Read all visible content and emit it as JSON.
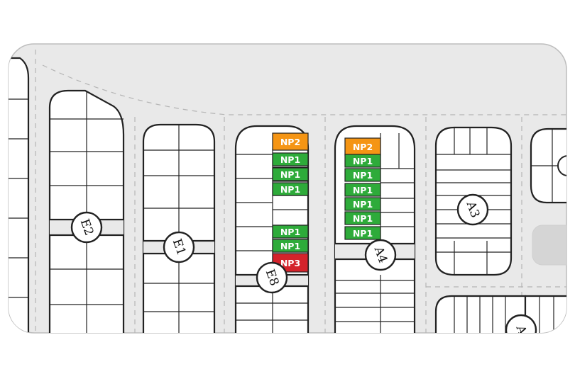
{
  "colors": {
    "road": "#e9e9e9",
    "np1": "#2eab3a",
    "np2": "#f59514",
    "np3": "#d4232b",
    "outline": "#222222",
    "park": "#d5d5d5"
  },
  "blocks": [
    {
      "id": "E2",
      "label": "E2"
    },
    {
      "id": "E1",
      "label": "E1"
    },
    {
      "id": "E8",
      "label": "E8"
    },
    {
      "id": "A4",
      "label": "A4"
    },
    {
      "id": "A3",
      "label": "A3"
    },
    {
      "id": "A-partial",
      "label": "A"
    }
  ],
  "tags": [
    {
      "label": "NP2",
      "type": "np2"
    },
    {
      "label": "NP1",
      "type": "np1"
    },
    {
      "label": "NP1",
      "type": "np1"
    },
    {
      "label": "NP1",
      "type": "np1"
    },
    {
      "label": "NP1",
      "type": "np1"
    },
    {
      "label": "NP1",
      "type": "np1"
    },
    {
      "label": "NP3",
      "type": "np3"
    },
    {
      "label": "NP2",
      "type": "np2"
    },
    {
      "label": "NP1",
      "type": "np1"
    },
    {
      "label": "NP1",
      "type": "np1"
    },
    {
      "label": "NP1",
      "type": "np1"
    },
    {
      "label": "NP1",
      "type": "np1"
    },
    {
      "label": "NP1",
      "type": "np1"
    },
    {
      "label": "NP1",
      "type": "np1"
    }
  ]
}
